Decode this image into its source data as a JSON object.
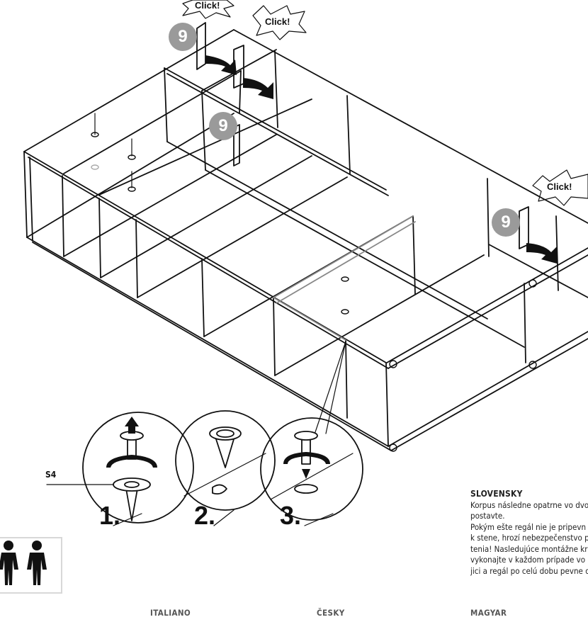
{
  "labels": {
    "click": "Click!",
    "step_badge": "9",
    "part": "S4",
    "steps": [
      "1.",
      "2.",
      "3."
    ]
  },
  "text_block": {
    "title": "SLOVENSKY",
    "lines": [
      "Korpus následne opatrne vo dvo",
      "postavte.",
      "Pokým ešte regál nie je pripevn",
      "k stene, hrozí nebezpečenstvo p",
      "tenia! Nasledujúce montážne kr",
      "vykonajte v každom prípade vo",
      "jici a regál po celú dobu pevne d"
    ]
  },
  "footer_languages": [
    "ITALIANO",
    "ČESKY",
    "MAGYAR"
  ],
  "icons": {
    "persons": "two-persons-icon",
    "rotate": "rotate-arrow-icon",
    "arrow": "curved-arrow-icon",
    "screw": "screw-icon",
    "plug": "plastic-plug-icon"
  }
}
